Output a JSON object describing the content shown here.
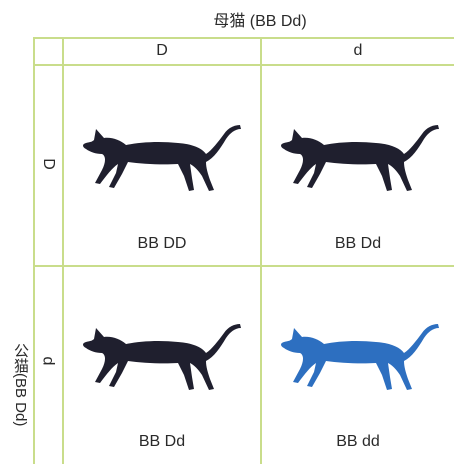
{
  "female_parent": {
    "title": "母猫 (BB Dd)"
  },
  "male_parent": {
    "title": "公猫(BB Dd)"
  },
  "columns": [
    {
      "allele": "D"
    },
    {
      "allele": "d"
    }
  ],
  "rows": [
    {
      "allele": "D"
    },
    {
      "allele": "d"
    }
  ],
  "cells": [
    {
      "genotype": "BB DD",
      "color": "#1f1f2e"
    },
    {
      "genotype": "BB Dd",
      "color": "#1f1f2e"
    },
    {
      "genotype": "BB Dd",
      "color": "#1f1f2e"
    },
    {
      "genotype": "BB dd",
      "color": "#2d6fc0"
    }
  ],
  "colors": {
    "grid_line": "#c9dd8b",
    "black_cat": "#1f1f2e",
    "blue_cat": "#2d6fc0"
  }
}
